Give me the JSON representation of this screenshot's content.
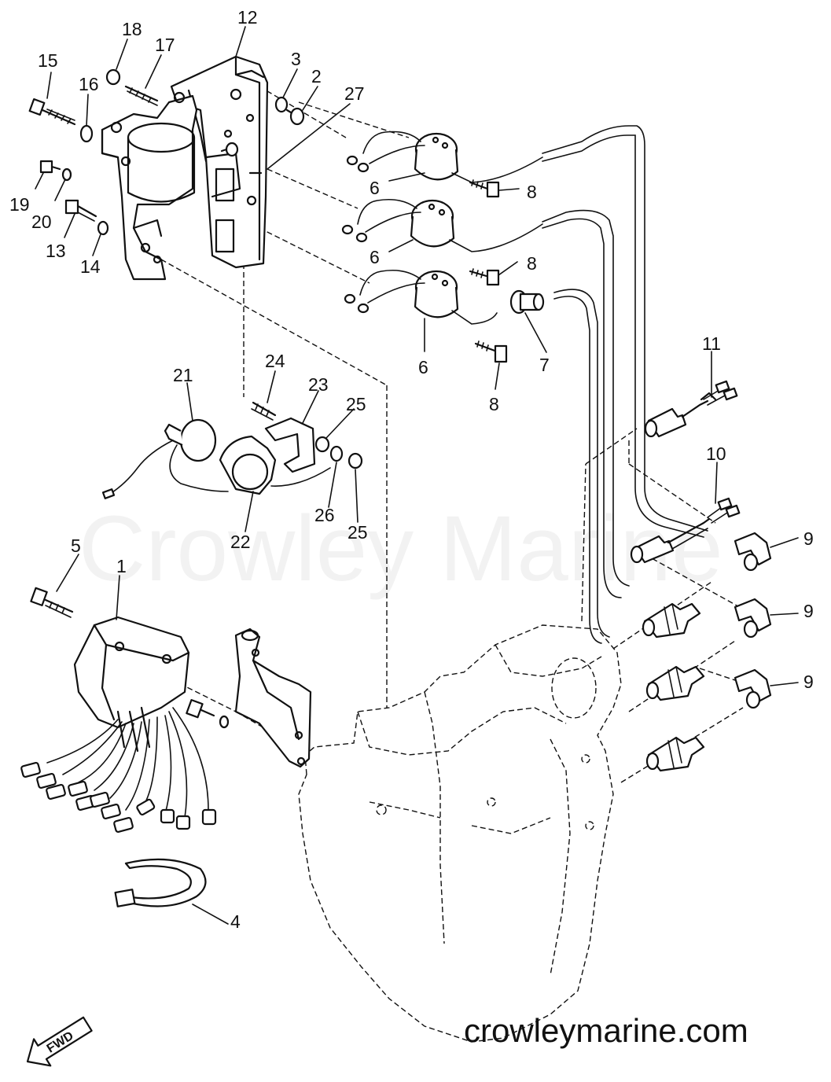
{
  "watermark": "Crowley Marine",
  "site_url": "crowleymarine.com",
  "direction_label": "FWD",
  "part_numbers": [
    "1",
    "2",
    "3",
    "4",
    "5",
    "6",
    "6",
    "6",
    "7",
    "8",
    "8",
    "8",
    "9",
    "9",
    "9",
    "10",
    "11",
    "12",
    "13",
    "14",
    "15",
    "16",
    "17",
    "18",
    "19",
    "20",
    "21",
    "22",
    "23",
    "24",
    "25",
    "25",
    "26",
    "27"
  ]
}
